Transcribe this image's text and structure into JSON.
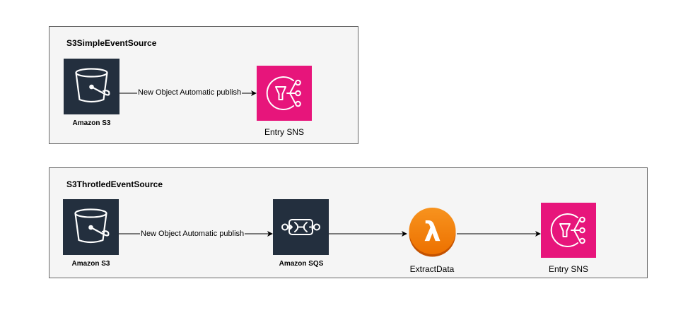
{
  "groups": [
    {
      "title": "S3SimpleEventSource",
      "nodes": {
        "s3": {
          "label": "Amazon S3",
          "icon": "s3-bucket-icon"
        },
        "sns": {
          "label": "Entry SNS",
          "icon": "sns-icon"
        }
      },
      "edges": [
        {
          "from": "Amazon S3",
          "to": "Entry SNS",
          "label": "New Object Automatic publish"
        }
      ]
    },
    {
      "title": "S3ThrotledEventSource",
      "nodes": {
        "s3": {
          "label": "Amazon S3",
          "icon": "s3-bucket-icon"
        },
        "sqs": {
          "label": "Amazon SQS",
          "icon": "sqs-icon"
        },
        "lambda": {
          "label": "ExtractData",
          "icon": "lambda-icon"
        },
        "sns": {
          "label": "Entry SNS",
          "icon": "sns-icon"
        }
      },
      "edges": [
        {
          "from": "Amazon S3",
          "to": "Amazon SQS",
          "label": "New Object Automatic publish"
        },
        {
          "from": "Amazon SQS",
          "to": "ExtractData",
          "label": ""
        },
        {
          "from": "ExtractData",
          "to": "Entry SNS",
          "label": ""
        }
      ]
    }
  ],
  "colors": {
    "aws_dark": "#232f3e",
    "sns_pink": "#e7157b",
    "lambda_orange": "#ed7100",
    "group_fill": "#f5f5f5",
    "group_border": "#666666"
  }
}
